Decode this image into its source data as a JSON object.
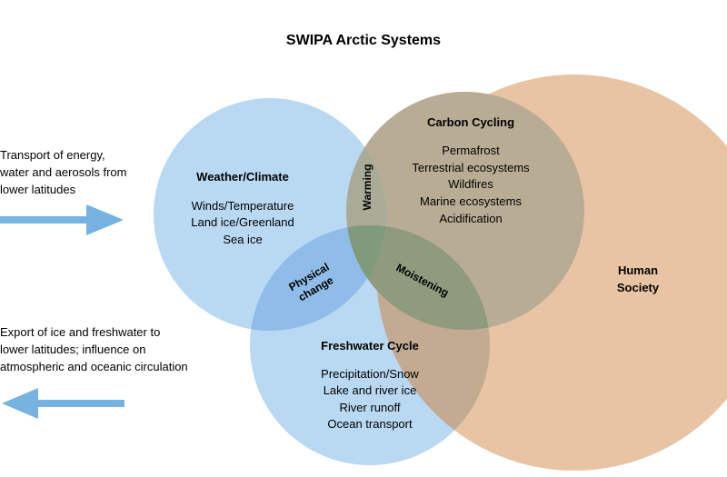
{
  "title": "SWIPA Arctic Systems",
  "colors": {
    "blue": "#a9cfee",
    "tan": "#e8c4a4",
    "arrow": "#77b3e0",
    "text": "#1a1a1a"
  },
  "circles": {
    "weather": {
      "heading": "Weather/Climate",
      "items": [
        "Winds/Temperature",
        "Land ice/Greenland",
        "Sea ice"
      ]
    },
    "carbon": {
      "heading": "Carbon Cycling",
      "items": [
        "Permafrost",
        "Terrestrial ecosystems",
        "Wildfires",
        "Marine ecosystems",
        "Acidification"
      ]
    },
    "freshwater": {
      "heading": "Freshwater Cycle",
      "items": [
        "Precipitation/Snow",
        "Lake and river ice",
        "River runoff",
        "Ocean transport"
      ]
    },
    "human": {
      "heading_lines": [
        "Human",
        "Society"
      ]
    }
  },
  "overlaps": {
    "warming": "Warming",
    "physical_change": [
      "Physical",
      "change"
    ],
    "moistening": "Moistening"
  },
  "inputs": {
    "incoming": {
      "lines": [
        "Transport of energy,",
        "water and aerosols from",
        "lower latitudes"
      ],
      "arrow_direction": "right"
    },
    "outgoing": {
      "lines": [
        "Export of ice and freshwater to",
        "lower latitudes; influence on",
        "atmospheric and oceanic circulation"
      ],
      "arrow_direction": "left"
    }
  }
}
